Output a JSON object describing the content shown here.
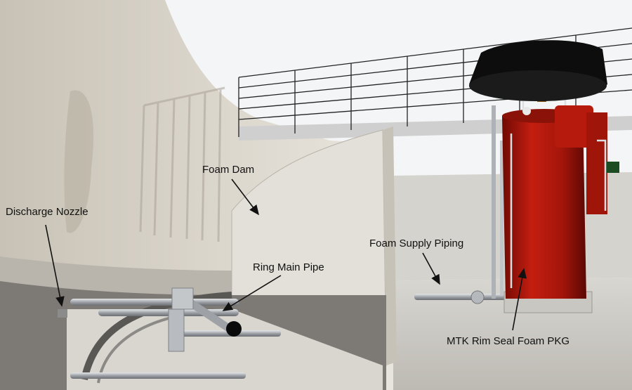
{
  "labels": {
    "foam_dam": "Foam Dam",
    "discharge_nozzle": "Discharge Nozzle",
    "ring_main_pipe": "Ring Main Pipe",
    "foam_supply_piping": "Foam Supply Piping",
    "rim_seal_pkg": "MTK Rim Seal Foam PKG"
  },
  "colors": {
    "tank_wall": "#d8d3c9",
    "foam_dam": "#e0dcd4",
    "tank_body": "#b8190e",
    "cone_cover": "#111111",
    "pipes": "#a9adb2",
    "floor": "#c9c6c0"
  }
}
